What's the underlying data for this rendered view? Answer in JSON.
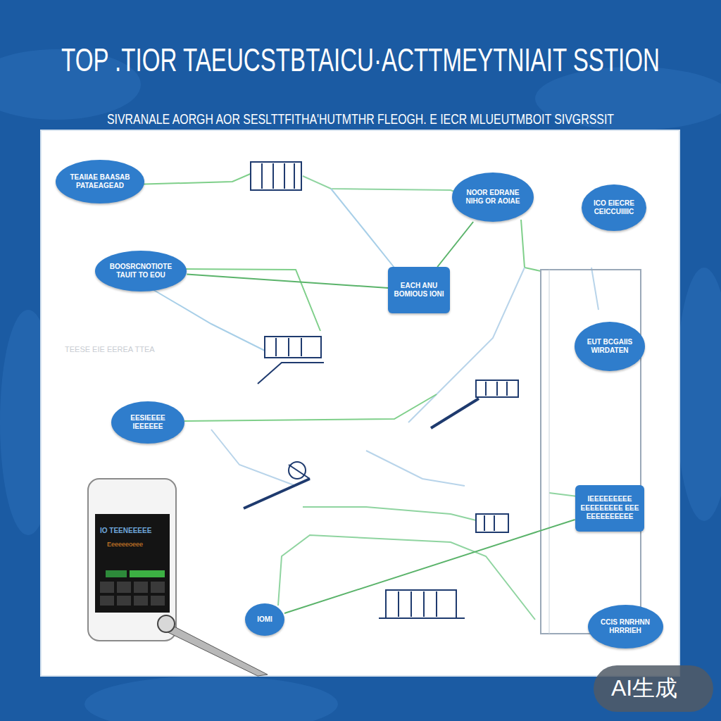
{
  "diagram": {
    "title": "TOP .TIOR TAEUCSTBTAICU·ACTTMEYTNIAIT SSTION",
    "caption": "SIVRANALE AORGH AOR SESLTTFITHA'HUTMTHR FLEOGH. E IECR MLUEUTMBOIT SIVGRSSIT",
    "nodes": [
      {
        "text": [
          "TEAIIAE BAASAB",
          "PATAEAGEAD"
        ]
      },
      {
        "text": [
          "BOOSRCNOTIOTE",
          "TAUIT TO EOU"
        ]
      },
      {
        "text": [
          "NOOR EDRANE",
          "NIHG OR AOIAE"
        ]
      },
      {
        "text": [
          "ICO EIECRE",
          "CEICCUIIIIC"
        ]
      },
      {
        "text": [
          "EACH ANU",
          "BOMIOUS IONI"
        ]
      },
      {
        "text": [
          "EUT BCGAIIS",
          "WIRDATEN"
        ]
      },
      {
        "text": [
          "EESIEEEE",
          "IEEEEEE"
        ]
      },
      {
        "text": [
          "IEEEEEEEEE",
          "EEEEEEEEE EEE",
          "EEEEEEEEEE"
        ]
      },
      {
        "text": [
          "IOMI"
        ]
      },
      {
        "text": [
          "CCIS RNRHNN",
          "HRRRIEH"
        ]
      }
    ],
    "edges": [
      {
        "from": 1,
        "to": 4,
        "arrow": "none"
      },
      {
        "from": 4,
        "to": 2,
        "arrow": "none"
      },
      {
        "from": 8,
        "to": 7,
        "arrow": "none"
      }
    ],
    "labels": [
      "TEESE EIE EEREA TTEA",
      "IO TEENEEEEE",
      "Eeeeeeoeee",
      "AI生成"
    ]
  }
}
